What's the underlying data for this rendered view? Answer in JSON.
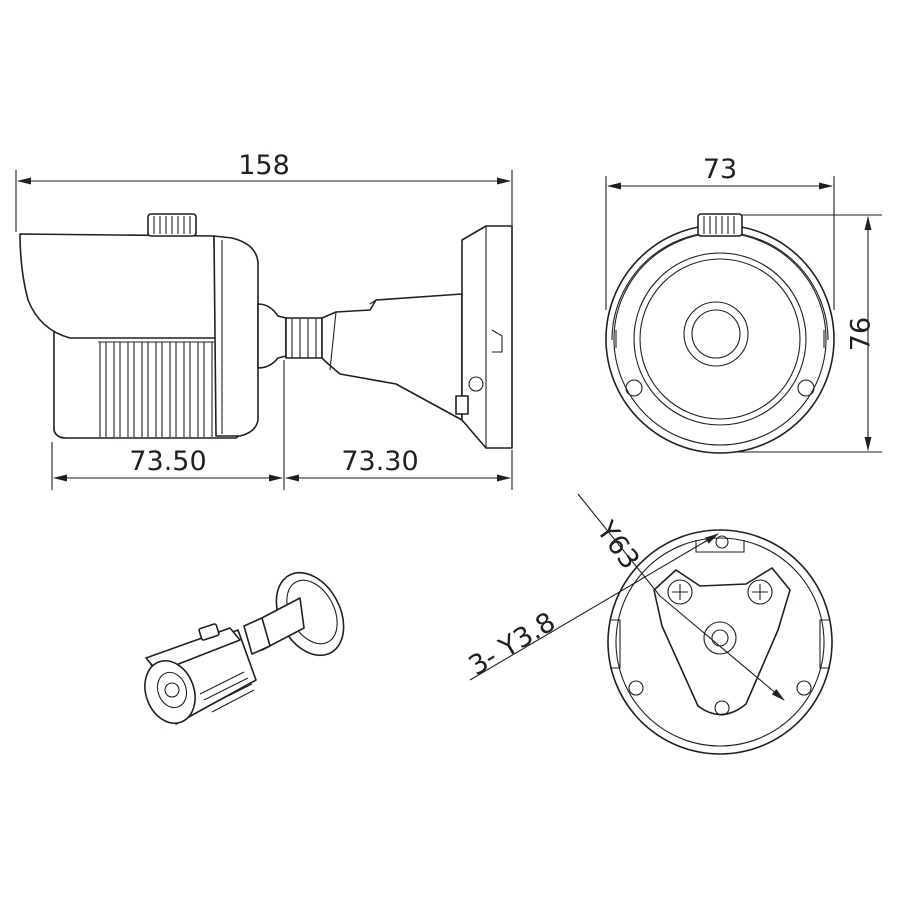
{
  "dimensions": {
    "side_total_length": "158",
    "front_width": "73",
    "front_height": "76",
    "camera_body_length": "73.50",
    "bracket_length": "73.30",
    "mount_circle_diameter": "Υ63",
    "mount_hole_spec": "3- Υ3.8"
  },
  "views": [
    "side-view",
    "front-view",
    "isometric-view",
    "mounting-base-view"
  ],
  "colors": {
    "line": "#231f20",
    "background": "#ffffff"
  }
}
